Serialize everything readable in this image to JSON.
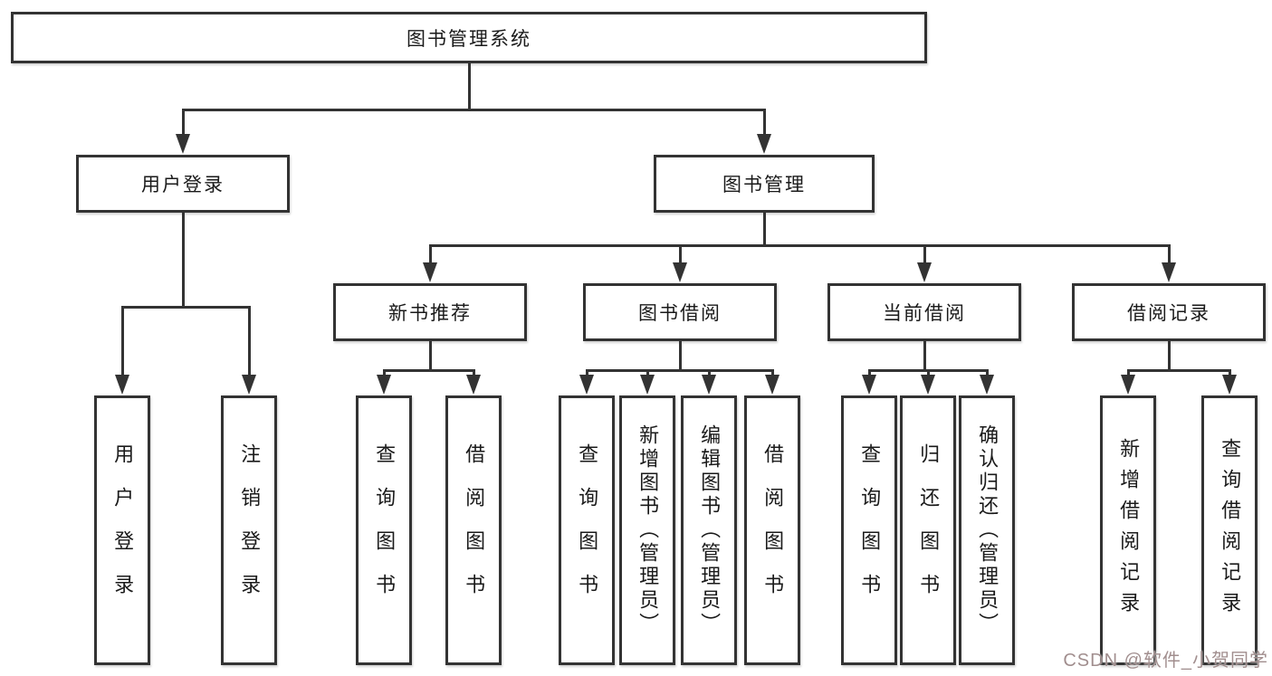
{
  "diagram": {
    "root": {
      "label": "图书管理系统"
    },
    "level2": [
      {
        "label": "用户登录"
      },
      {
        "label": "图书管理"
      }
    ],
    "level3": [
      {
        "label": "新书推荐"
      },
      {
        "label": "图书借阅"
      },
      {
        "label": "当前借阅"
      },
      {
        "label": "借阅记录"
      }
    ],
    "leaves": [
      {
        "label": "用户登录"
      },
      {
        "label": "注销登录"
      },
      {
        "label": "查询图书"
      },
      {
        "label": "借阅图书"
      },
      {
        "label": "查询图书"
      },
      {
        "label": "新增图书（管理员）"
      },
      {
        "label": "编辑图书（管理员）"
      },
      {
        "label": "借阅图书"
      },
      {
        "label": "查询图书"
      },
      {
        "label": "归还图书"
      },
      {
        "label": "确认归还（管理员）"
      },
      {
        "label": "新增借阅记录"
      },
      {
        "label": "查询借阅记录"
      }
    ]
  },
  "watermark": {
    "text": "CSDN @软件_小贺同学"
  },
  "colors": {
    "line": "#333333",
    "text": "#1a1a1a",
    "box_background": "#ffffff",
    "watermark": "#a18e8e"
  }
}
